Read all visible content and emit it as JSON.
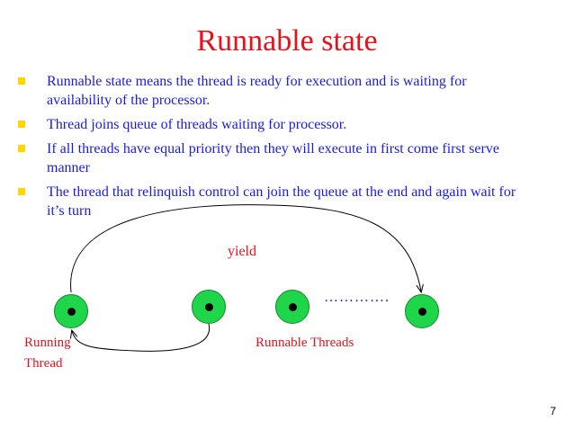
{
  "slide": {
    "title": "Runnable state",
    "bullets": [
      "Runnable state means the thread is ready for execution and is waiting for availability of the processor.",
      "Thread joins queue of threads waiting for processor.",
      "If all threads have equal priority then they will execute in first come first serve manner",
      "The thread that relinquish control can join the queue at the end and again wait for it’s turn"
    ],
    "diagram": {
      "yield_label": "yield",
      "ellipsis": "………….",
      "running_label_line1": "Running",
      "running_label_line2": "Thread",
      "runnable_label": "Runnable Threads"
    },
    "page_number": "7"
  },
  "colors": {
    "title": "#e8111a",
    "bullet_text": "#1a1ae6",
    "bullet_marker": "#ffd700",
    "node": "#1fd64a"
  }
}
